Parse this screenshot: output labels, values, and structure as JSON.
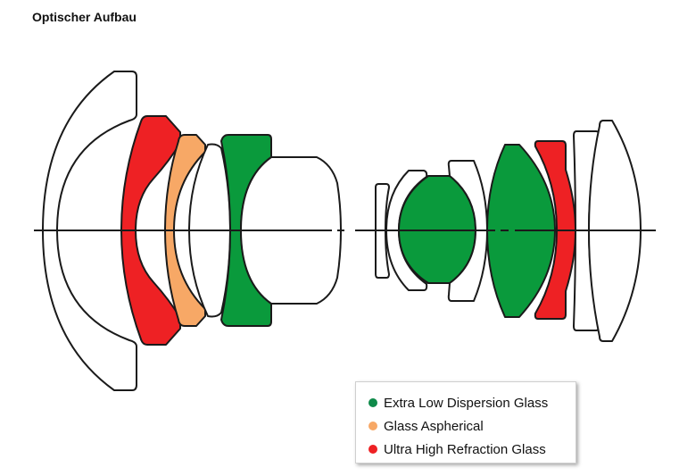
{
  "title": "Optischer Aufbau",
  "colors": {
    "ed_glass": "#0a9a3c",
    "aspherical": "#f7a866",
    "uhr_glass": "#ee2124",
    "plain_glass": "#ffffff",
    "outline": "#1a1a1a"
  },
  "legend": [
    {
      "label": "Extra Low Dispersion Glass",
      "color": "#0f8a4a"
    },
    {
      "label": "Glass Aspherical",
      "color": "#f7a866"
    },
    {
      "label": "Ultra High Refraction Glass",
      "color": "#ee2124"
    }
  ]
}
